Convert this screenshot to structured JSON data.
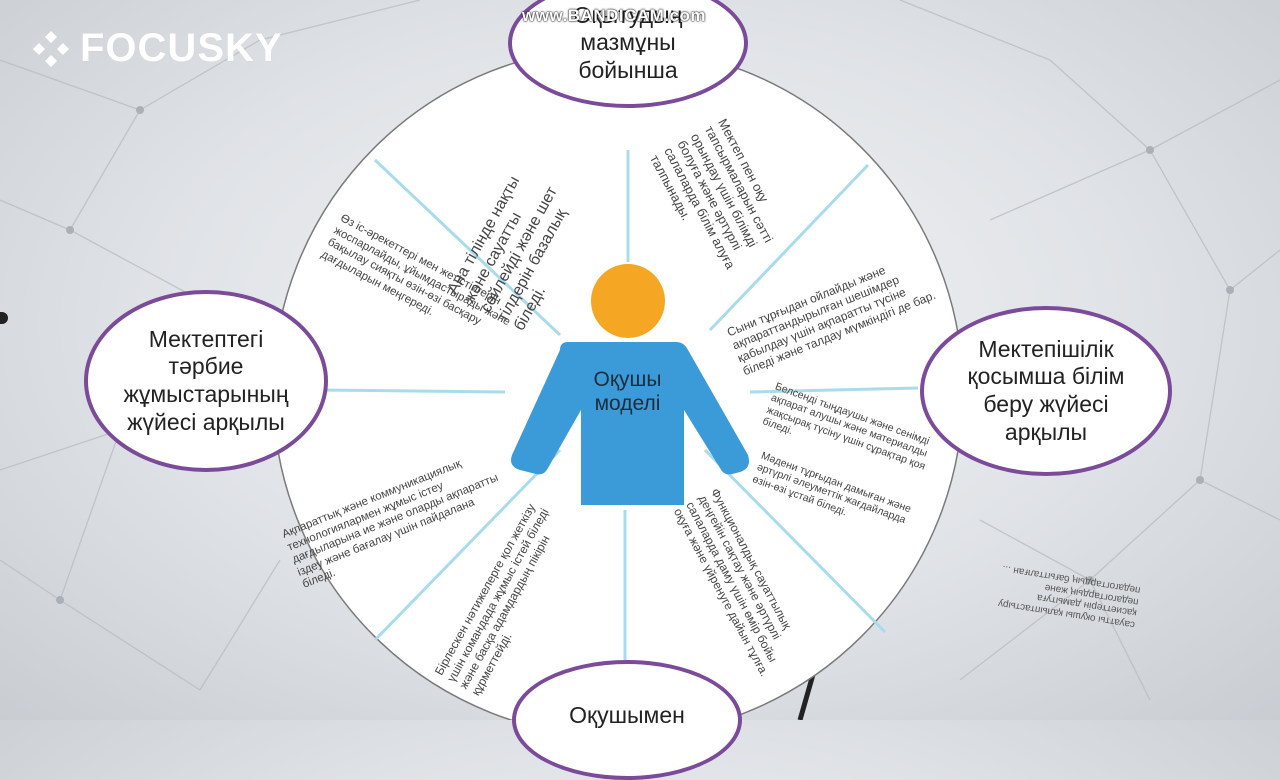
{
  "watermark": "www.BANDICAM.com",
  "logo": {
    "text": "FOCUSKY",
    "icon": "focusky-logo-icon"
  },
  "center": {
    "label_line1": "Оқушы",
    "label_line2": "моделі"
  },
  "bubbles": {
    "top": [
      "Оқытудың",
      "мазмұны",
      "бойынша"
    ],
    "left": [
      "Мектептегі",
      "тәрбие",
      "жұмыстарының",
      "жүйесі арқылы"
    ],
    "right": [
      "Мектепішілік",
      "қосымша білім",
      "беру жүйесі",
      "арқылы"
    ],
    "bottom": [
      "Оқушымен"
    ]
  },
  "segments": {
    "s1": "Ана тілінде нақты және сауатты сөйлейді және шет тілдерін базалық біледі.",
    "s2": "Мектеп пен оқу тапсырмаларын сәтті орындау үшін білімді болуға және әртүрлі салаларда білім алуға талпынады.",
    "s3": "Сыни тұрғыдан ойлайды және ақпараттандырылған шешімдер қабылдау үшін ақпаратты түсіне біледі және талдау мүмкіндігі де бар.",
    "s4": "Белсенді тыңдаушы және сенімді ақпарат алушы және материалды жақсырақ түсіну үшін сұрақтар қоя біледі.",
    "s5": "Мәдени тұрғыдан дамыған және әртүрлі әлеуметтік жағдайларда өзін-өзі ұстай біледі.",
    "s6": "Функционалдық сауаттылық деңгейін сақтау және әртүрлі салаларда даму үшін өмір бойы оқуға және үйренуге дайын тұлға.",
    "s7": "Бірлескен нәтижелерге қол жеткізу үшін командада жұмыс істей біледі және басқа адамдардың пікірін құрметтейді.",
    "s8": "Ақпараттық және коммуникациялық технологиялармен жұмыс істеу дағдыларына ие және оларды ақпаратты іздеу және бағалау үшін пайдалана біледі.",
    "s9": "Өз іс-әрекеттері мен жетістіктерін жоспарлайды, ұйымдастырады және бақылау сияқты өзін-өзі басқару дағдыларын меңгереді."
  },
  "corner_text": "сауатты оқушы қалыптастыру қасиеттерін дамытуға педагогтардың және педагогтардың бағытталған ...",
  "colors": {
    "bubble_border": "#7b4b9a",
    "divider": "#a9dcea",
    "person_body": "#3b9bd8",
    "person_head": "#f5a623"
  }
}
